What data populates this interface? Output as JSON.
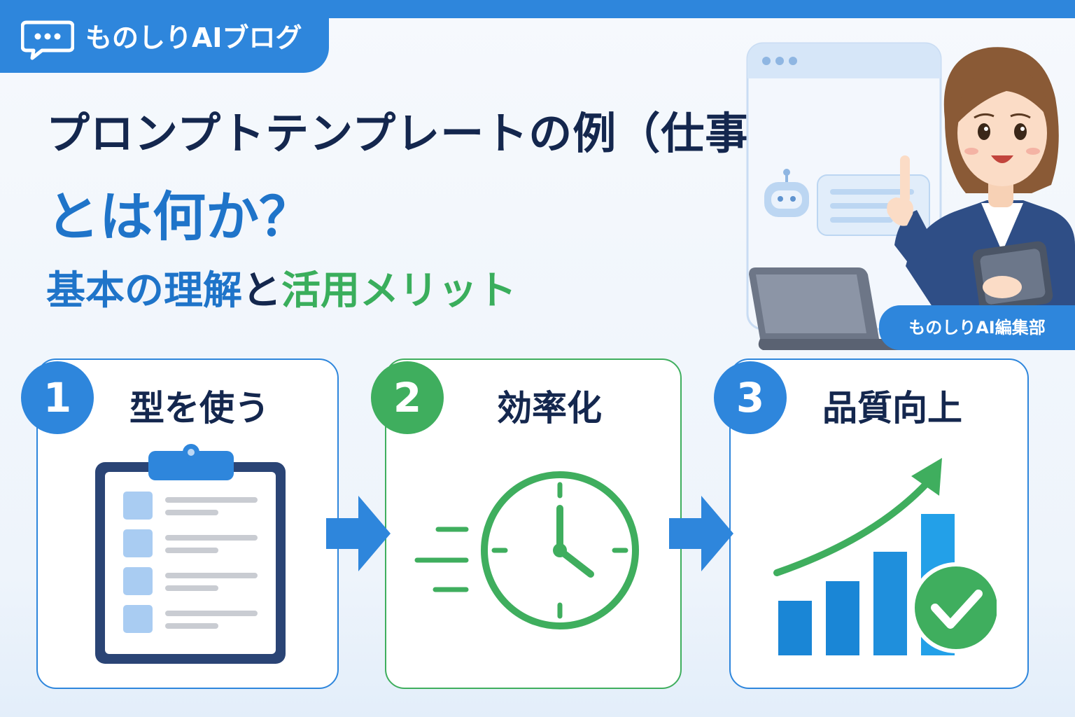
{
  "header": {
    "brand_name": "ものしりAIブログ",
    "brand_icon": "chat-bubble-icon"
  },
  "title": {
    "line1": "プロンプトテンプレートの例（仕事用）",
    "line2": "とは何か？",
    "line3_part1": "基本の理解",
    "line3_part2": "と",
    "line3_part3": "活用メリット"
  },
  "author_badge": "ものしりAI編集部",
  "steps": [
    {
      "number": "1",
      "label": "型を使う",
      "icon": "clipboard-checklist-icon"
    },
    {
      "number": "2",
      "label": "効率化",
      "icon": "fast-clock-icon"
    },
    {
      "number": "3",
      "label": "品質向上",
      "icon": "rising-bar-chart-check-icon"
    }
  ],
  "colors": {
    "primary_blue": "#2e86dc",
    "dark_navy": "#14274e",
    "accent_green": "#3fae5e",
    "background": "#f6f9fd"
  }
}
